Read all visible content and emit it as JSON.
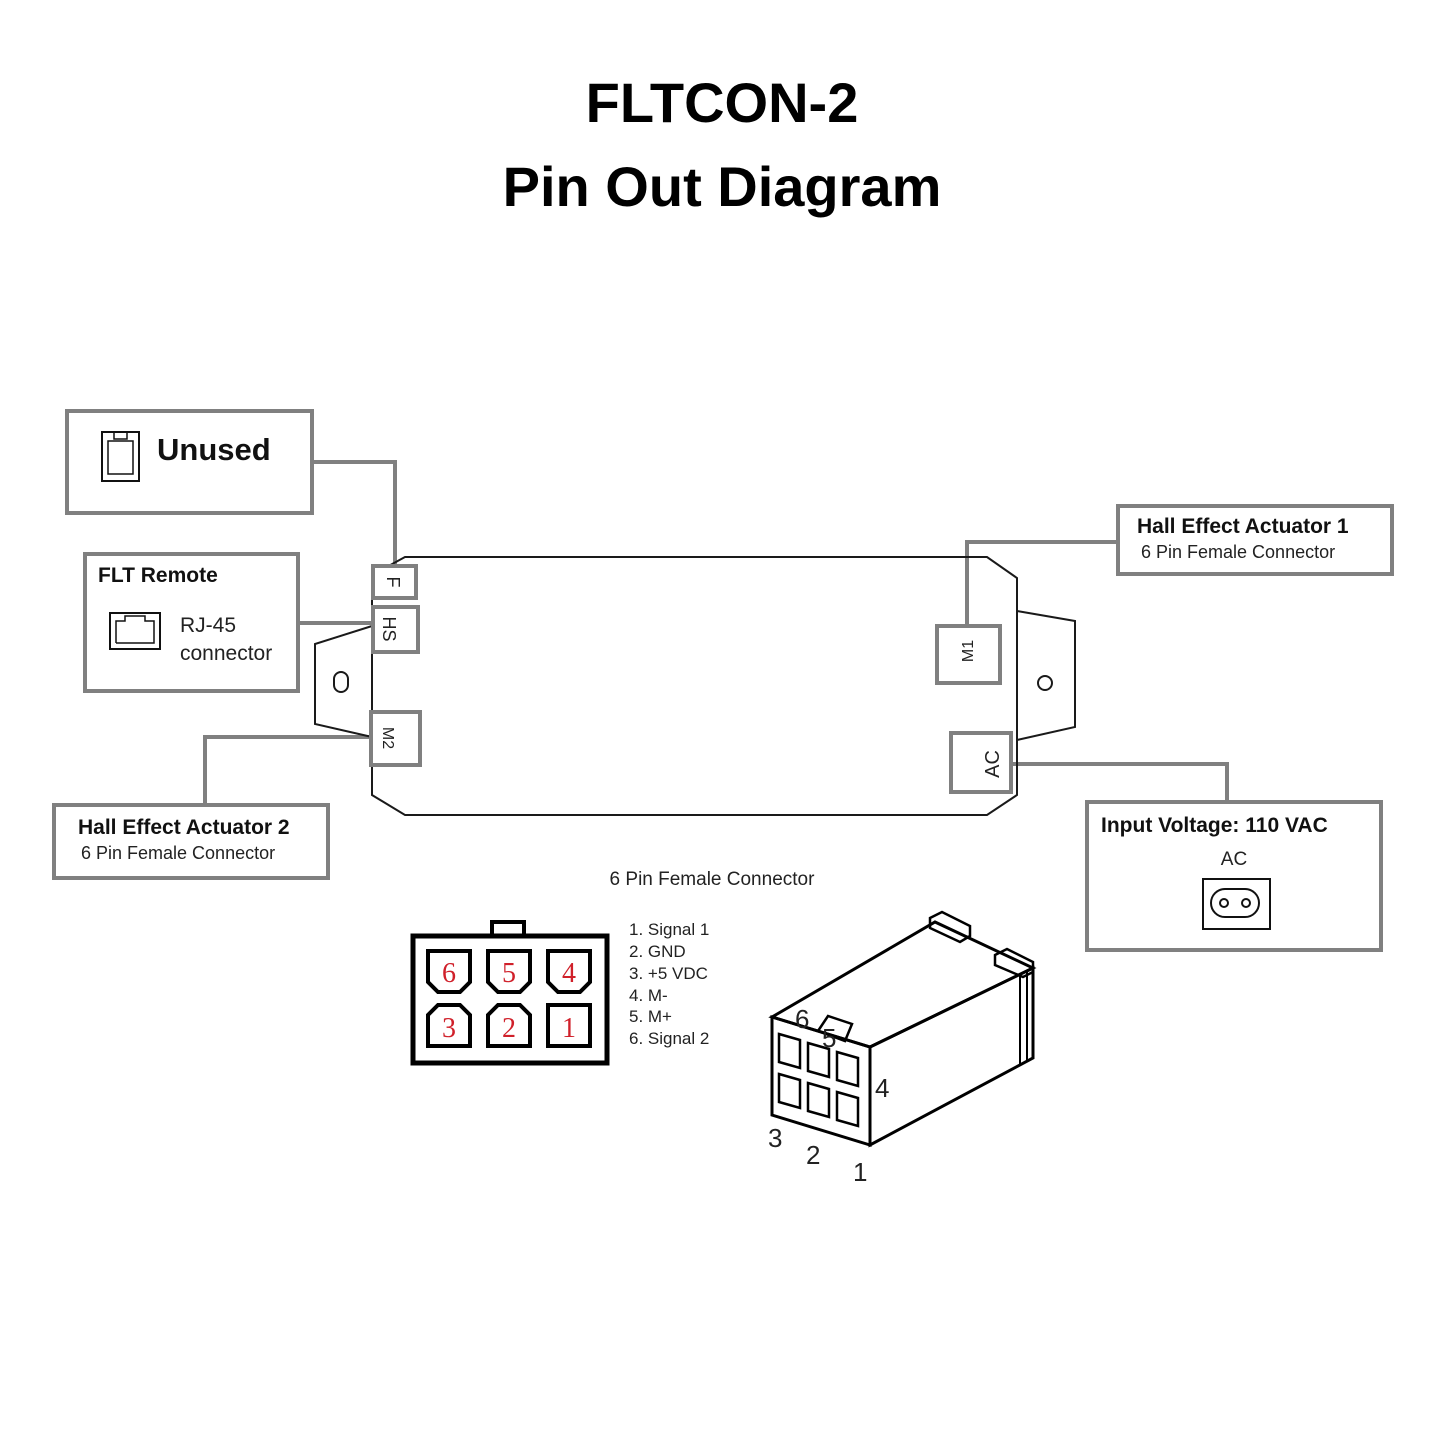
{
  "title": {
    "line1": "FLTCON-2",
    "line2": "Pin Out Diagram"
  },
  "ports": {
    "f": "F",
    "hs": "HS",
    "m1": "M1",
    "m2": "M2",
    "ac": "AC"
  },
  "callouts": {
    "unused": {
      "title": "Unused"
    },
    "flt_remote": {
      "title": "FLT Remote",
      "connector_line1": "RJ-45",
      "connector_line2": "connector"
    },
    "hall1": {
      "title": "Hall Effect Actuator 1",
      "subtitle": "6 Pin Female Connector"
    },
    "hall2": {
      "title": "Hall Effect Actuator 2",
      "subtitle": "6 Pin Female Connector"
    },
    "input_voltage": {
      "title": "Input Voltage: 110 VAC",
      "connector_label": "AC"
    }
  },
  "connector_detail": {
    "heading": "6 Pin Female Connector",
    "face_pins_top": [
      "6",
      "5",
      "4"
    ],
    "face_pins_bottom": [
      "3",
      "2",
      "1"
    ],
    "pinout": [
      "1. Signal 1",
      "2. GND",
      "3. +5 VDC",
      "4. M-",
      "5. M+",
      "6. Signal 2"
    ],
    "iso_labels": [
      "6",
      "5",
      "4",
      "3",
      "2",
      "1"
    ]
  },
  "colors": {
    "callout_border": "#808080",
    "pin_number": "#d0202a",
    "outline": "#1a1a1a"
  }
}
